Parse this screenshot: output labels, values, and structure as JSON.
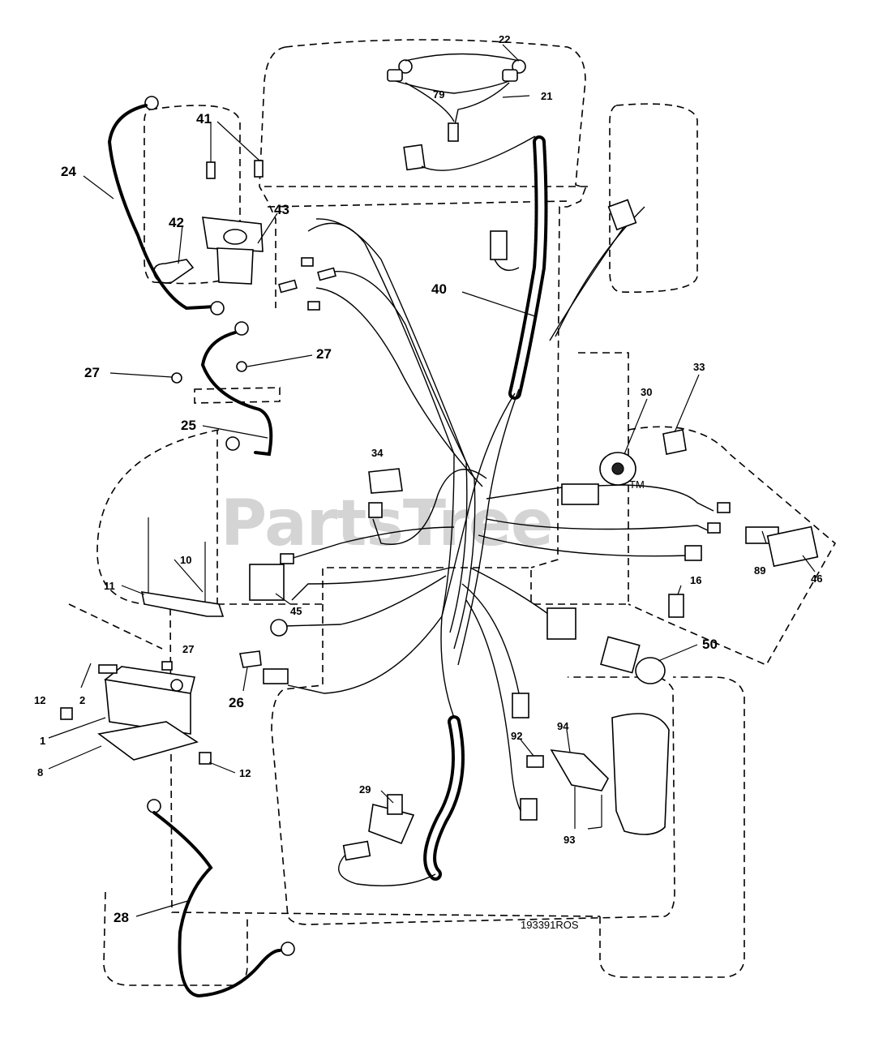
{
  "watermark": {
    "text": "PartsTree",
    "tm": "TM"
  },
  "drawing_code": "193391ROS",
  "callouts": [
    {
      "id": "c22",
      "label": "22"
    },
    {
      "id": "c79",
      "label": "79"
    },
    {
      "id": "c21",
      "label": "21"
    },
    {
      "id": "c41",
      "label": "41"
    },
    {
      "id": "c24",
      "label": "24"
    },
    {
      "id": "c42",
      "label": "42"
    },
    {
      "id": "c43",
      "label": "43"
    },
    {
      "id": "c40",
      "label": "40"
    },
    {
      "id": "c27a",
      "label": "27"
    },
    {
      "id": "c27b",
      "label": "27"
    },
    {
      "id": "c27c",
      "label": "27"
    },
    {
      "id": "c33",
      "label": "33"
    },
    {
      "id": "c30",
      "label": "30"
    },
    {
      "id": "c25",
      "label": "25"
    },
    {
      "id": "c34",
      "label": "34"
    },
    {
      "id": "c10",
      "label": "10"
    },
    {
      "id": "c11",
      "label": "11"
    },
    {
      "id": "c16",
      "label": "16"
    },
    {
      "id": "c89",
      "label": "89"
    },
    {
      "id": "c46",
      "label": "46"
    },
    {
      "id": "c45",
      "label": "45"
    },
    {
      "id": "c50",
      "label": "50"
    },
    {
      "id": "c12a",
      "label": "12"
    },
    {
      "id": "c2",
      "label": "2"
    },
    {
      "id": "c26",
      "label": "26"
    },
    {
      "id": "c1",
      "label": "1"
    },
    {
      "id": "c8",
      "label": "8"
    },
    {
      "id": "c12b",
      "label": "12"
    },
    {
      "id": "c94",
      "label": "94"
    },
    {
      "id": "c92",
      "label": "92"
    },
    {
      "id": "c29",
      "label": "29"
    },
    {
      "id": "c93",
      "label": "93"
    },
    {
      "id": "c28",
      "label": "28"
    }
  ]
}
